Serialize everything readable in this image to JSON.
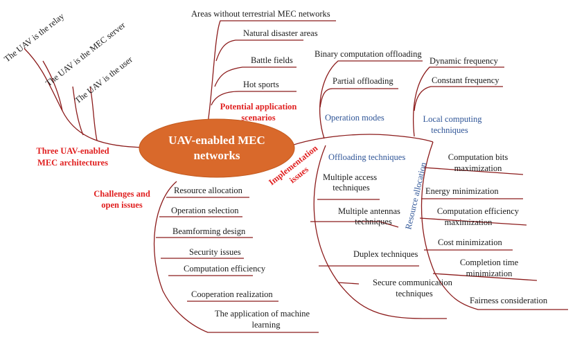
{
  "center": {
    "line1": "UAV-enabled MEC",
    "line2": "networks",
    "color": "#d9692b"
  },
  "colors": {
    "branch": "#8b1a1a",
    "category": "#e02020",
    "subcategory": "#2f5597",
    "text": "#1a1a1a"
  },
  "architectures": {
    "label_line1": "Three UAV-enabled",
    "label_line2": "MEC architectures",
    "items": [
      "The UAV is the relay",
      "The UAV is the MEC server",
      "The UAV is the user"
    ]
  },
  "applications": {
    "label_line1": "Potential application",
    "label_line2": "scenarios",
    "items": [
      "Areas without terrestrial MEC networks",
      "Natural disaster areas",
      "Battle fields",
      "Hot sports"
    ]
  },
  "challenges": {
    "label_line1": "Challenges and",
    "label_line2": "open issues",
    "items": [
      "Resource allocation",
      "Operation selection",
      "Beamforming design",
      "Security issues",
      "Computation efficiency",
      "Cooperation realization"
    ],
    "last_line1": "The application of machine",
    "last_line2": "learning"
  },
  "implementation": {
    "label_line1": "Implementation",
    "label_line2": "issues",
    "operation_modes": {
      "label": "Operation modes",
      "items": [
        "Binary computation offloading",
        "Partial offloading"
      ]
    },
    "local_computing": {
      "label_line1": "Local computing",
      "label_line2": "techniques",
      "items": [
        "Dynamic frequency",
        "Constant frequency"
      ]
    },
    "offloading": {
      "label": "Offloading techniques",
      "multiple_access_1": "Multiple access",
      "multiple_access_2": "techniques",
      "multiple_antennas_1": "Multiple antennas",
      "multiple_antennas_2": "techniques",
      "duplex": "Duplex techniques",
      "secure_1": "Secure communication",
      "secure_2": "techniques"
    },
    "resource_allocation": {
      "label": "Resource allocation",
      "computation_bits_1": "Computation bits",
      "computation_bits_2": "maximization",
      "energy": "Energy minimization",
      "efficiency_1": "Computation efficiency",
      "efficiency_2": "maximization",
      "cost": "Cost minimization",
      "completion_1": "Completion time",
      "completion_2": "minimization",
      "fairness": "Fairness consideration"
    }
  }
}
